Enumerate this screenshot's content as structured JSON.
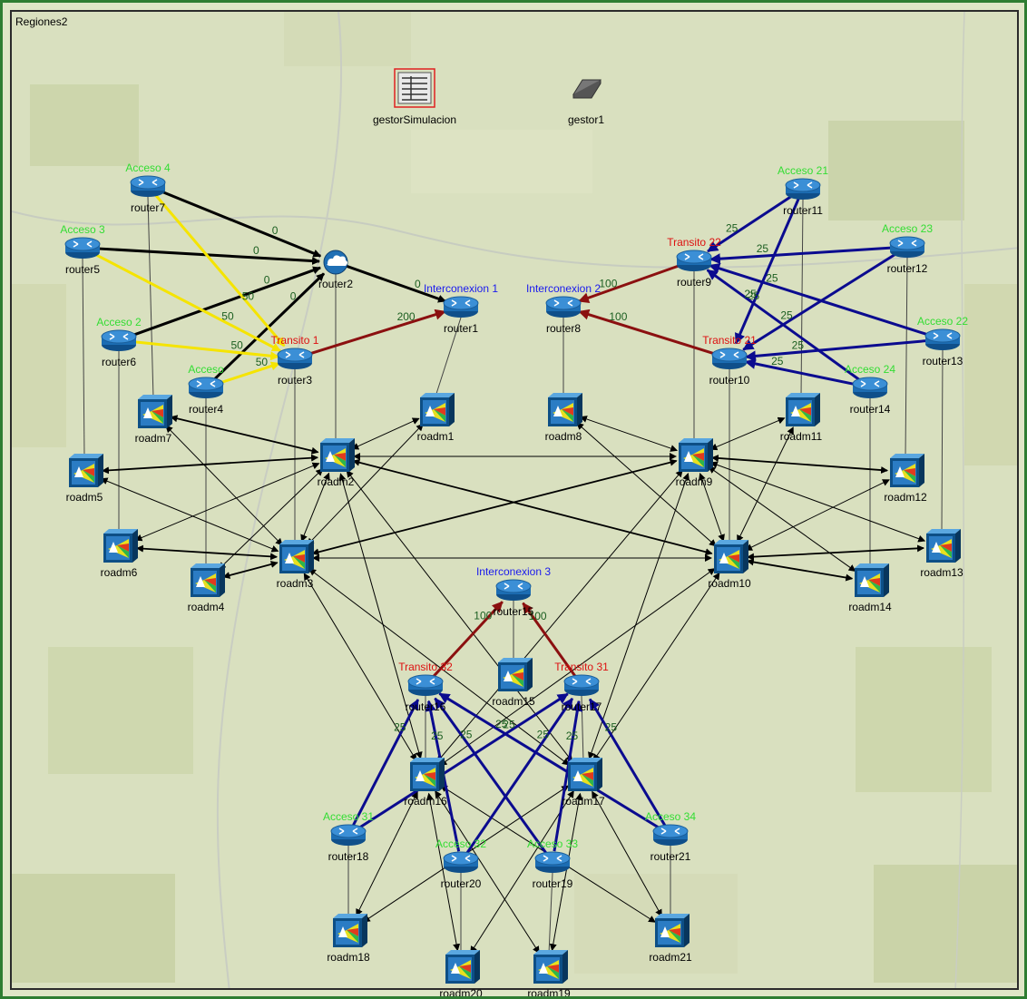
{
  "title": "Regiones2",
  "colors": {
    "acceso": "#33dd33",
    "transito": "#dd1111",
    "interconexion": "#1a1aee",
    "black": "#000000",
    "yellow": "#f5e400",
    "red": "#8b1010",
    "blue": "#0b0b8f"
  },
  "tools": [
    {
      "id": "gestorSimulacion",
      "label": "gestorSimulacion",
      "icon": "table-icon"
    },
    {
      "id": "gestor1",
      "label": "gestor1",
      "icon": "chip-icon"
    }
  ],
  "routers": [
    {
      "id": "router7",
      "label": "router7",
      "caption": "Acceso 4",
      "ctype": "acceso"
    },
    {
      "id": "router5",
      "label": "router5",
      "caption": "Acceso 3",
      "ctype": "acceso"
    },
    {
      "id": "router6",
      "label": "router6",
      "caption": "Acceso 2",
      "ctype": "acceso"
    },
    {
      "id": "router4",
      "label": "router4",
      "caption": "Acceso",
      "ctype": "acceso"
    },
    {
      "id": "router2",
      "label": "router2",
      "caption": "",
      "ctype": "",
      "cloud": true
    },
    {
      "id": "router3",
      "label": "router3",
      "caption": "Transito 1",
      "ctype": "transito"
    },
    {
      "id": "router1",
      "label": "router1",
      "caption": "Interconexion 1",
      "ctype": "interconexion"
    },
    {
      "id": "router8",
      "label": "router8",
      "caption": "Interconexion 2",
      "ctype": "interconexion"
    },
    {
      "id": "router9",
      "label": "router9",
      "caption": "Transito 22",
      "ctype": "transito"
    },
    {
      "id": "router10",
      "label": "router10",
      "caption": "Transito 21",
      "ctype": "transito"
    },
    {
      "id": "router11",
      "label": "router11",
      "caption": "Acceso 21",
      "ctype": "acceso"
    },
    {
      "id": "router12",
      "label": "router12",
      "caption": "Acceso 23",
      "ctype": "acceso"
    },
    {
      "id": "router13",
      "label": "router13",
      "caption": "Acceso 22",
      "ctype": "acceso"
    },
    {
      "id": "router14",
      "label": "router14",
      "caption": "Acceso 24",
      "ctype": "acceso"
    },
    {
      "id": "router15",
      "label": "router15",
      "caption": "Interconexion 3",
      "ctype": "interconexion"
    },
    {
      "id": "router16",
      "label": "router16",
      "caption": "Transito 32",
      "ctype": "transito"
    },
    {
      "id": "router17",
      "label": "router17",
      "caption": "Transito 31",
      "ctype": "transito"
    },
    {
      "id": "router18",
      "label": "router18",
      "caption": "Acceso 31",
      "ctype": "acceso"
    },
    {
      "id": "router20",
      "label": "router20",
      "caption": "Acceso 32",
      "ctype": "acceso"
    },
    {
      "id": "router19",
      "label": "router19",
      "caption": "Acceso 33",
      "ctype": "acceso"
    },
    {
      "id": "router21",
      "label": "router21",
      "caption": "Acceso 34",
      "ctype": "acceso"
    }
  ],
  "roadms": [
    {
      "id": "roadm7",
      "label": "roadm7"
    },
    {
      "id": "roadm1",
      "label": "roadm1"
    },
    {
      "id": "roadm8",
      "label": "roadm8"
    },
    {
      "id": "roadm11",
      "label": "roadm11"
    },
    {
      "id": "roadm2",
      "label": "roadm2"
    },
    {
      "id": "roadm9",
      "label": "roadm9"
    },
    {
      "id": "roadm5",
      "label": "roadm5"
    },
    {
      "id": "roadm12",
      "label": "roadm12"
    },
    {
      "id": "roadm6",
      "label": "roadm6"
    },
    {
      "id": "roadm3",
      "label": "roadm3"
    },
    {
      "id": "roadm10",
      "label": "roadm10"
    },
    {
      "id": "roadm13",
      "label": "roadm13"
    },
    {
      "id": "roadm4",
      "label": "roadm4"
    },
    {
      "id": "roadm14",
      "label": "roadm14"
    },
    {
      "id": "roadm15",
      "label": "roadm15"
    },
    {
      "id": "roadm16",
      "label": "roadm16"
    },
    {
      "id": "roadm17",
      "label": "roadm17"
    },
    {
      "id": "roadm18",
      "label": "roadm18"
    },
    {
      "id": "roadm21",
      "label": "roadm21"
    },
    {
      "id": "roadm20",
      "label": "roadm20"
    },
    {
      "id": "roadm19",
      "label": "roadm19"
    }
  ],
  "links": [
    {
      "from": "router7",
      "to": "router2",
      "color": "black",
      "weight": "0"
    },
    {
      "from": "router5",
      "to": "router2",
      "color": "black",
      "weight": "0"
    },
    {
      "from": "router6",
      "to": "router2",
      "color": "black",
      "weight": "0"
    },
    {
      "from": "router4",
      "to": "router2",
      "color": "black",
      "weight": "0"
    },
    {
      "from": "router2",
      "to": "router1",
      "color": "black",
      "weight": "0"
    },
    {
      "from": "router7",
      "to": "router3",
      "color": "yellow",
      "weight": "50"
    },
    {
      "from": "router5",
      "to": "router3",
      "color": "yellow",
      "weight": "50"
    },
    {
      "from": "router6",
      "to": "router3",
      "color": "yellow",
      "weight": "50"
    },
    {
      "from": "router4",
      "to": "router3",
      "color": "yellow",
      "weight": "50"
    },
    {
      "from": "router3",
      "to": "router1",
      "color": "red",
      "weight": "200"
    },
    {
      "from": "router9",
      "to": "router8",
      "color": "red",
      "weight": "100"
    },
    {
      "from": "router10",
      "to": "router8",
      "color": "red",
      "weight": "100"
    },
    {
      "from": "router11",
      "to": "router9",
      "color": "blue",
      "weight": "25"
    },
    {
      "from": "router11",
      "to": "router10",
      "color": "blue",
      "weight": "25"
    },
    {
      "from": "router12",
      "to": "router9",
      "color": "blue",
      "weight": "25"
    },
    {
      "from": "router12",
      "to": "router10",
      "color": "blue",
      "weight": "25"
    },
    {
      "from": "router13",
      "to": "router9",
      "color": "blue",
      "weight": "25"
    },
    {
      "from": "router13",
      "to": "router10",
      "color": "blue",
      "weight": "25"
    },
    {
      "from": "router14",
      "to": "router9",
      "color": "blue",
      "weight": "25"
    },
    {
      "from": "router14",
      "to": "router10",
      "color": "blue",
      "weight": "25"
    },
    {
      "from": "router16",
      "to": "router15",
      "color": "red",
      "weight": "100"
    },
    {
      "from": "router17",
      "to": "router15",
      "color": "red",
      "weight": "100"
    },
    {
      "from": "router18",
      "to": "router16",
      "color": "blue",
      "weight": "25"
    },
    {
      "from": "router18",
      "to": "router17",
      "color": "blue",
      "weight": "25"
    },
    {
      "from": "router20",
      "to": "router16",
      "color": "blue",
      "weight": "25"
    },
    {
      "from": "router20",
      "to": "router17",
      "color": "blue",
      "weight": "25"
    },
    {
      "from": "router19",
      "to": "router16",
      "color": "blue",
      "weight": "25"
    },
    {
      "from": "router19",
      "to": "router17",
      "color": "blue",
      "weight": "25"
    },
    {
      "from": "router21",
      "to": "router16",
      "color": "blue",
      "weight": "25"
    },
    {
      "from": "router21",
      "to": "router17",
      "color": "blue",
      "weight": "25"
    }
  ],
  "vlinks": [
    [
      "router7",
      "roadm7"
    ],
    [
      "router5",
      "roadm5"
    ],
    [
      "router6",
      "roadm6"
    ],
    [
      "router4",
      "roadm4"
    ],
    [
      "router2",
      "roadm2"
    ],
    [
      "router3",
      "roadm3"
    ],
    [
      "router1",
      "roadm1"
    ],
    [
      "router8",
      "roadm8"
    ],
    [
      "router9",
      "roadm9"
    ],
    [
      "router10",
      "roadm10"
    ],
    [
      "router11",
      "roadm11"
    ],
    [
      "router12",
      "roadm12"
    ],
    [
      "router13",
      "roadm13"
    ],
    [
      "router14",
      "roadm14"
    ],
    [
      "router15",
      "roadm15"
    ],
    [
      "router16",
      "roadm16"
    ],
    [
      "router17",
      "roadm17"
    ],
    [
      "router18",
      "roadm18"
    ],
    [
      "router20",
      "roadm20"
    ],
    [
      "router19",
      "roadm19"
    ],
    [
      "router21",
      "roadm21"
    ]
  ],
  "olinks": [
    [
      "roadm2",
      "roadm7",
      2
    ],
    [
      "roadm2",
      "roadm5",
      2
    ],
    [
      "roadm2",
      "roadm6",
      1
    ],
    [
      "roadm2",
      "roadm3",
      1
    ],
    [
      "roadm2",
      "roadm4",
      1
    ],
    [
      "roadm2",
      "roadm1",
      1
    ],
    [
      "roadm2",
      "roadm9",
      1
    ],
    [
      "roadm2",
      "roadm10",
      2
    ],
    [
      "roadm2",
      "roadm16",
      1
    ],
    [
      "roadm2",
      "roadm17",
      1
    ],
    [
      "roadm3",
      "roadm5",
      1
    ],
    [
      "roadm3",
      "roadm6",
      2
    ],
    [
      "roadm3",
      "roadm4",
      2
    ],
    [
      "roadm3",
      "roadm7",
      1
    ],
    [
      "roadm3",
      "roadm1",
      1
    ],
    [
      "roadm3",
      "roadm9",
      2
    ],
    [
      "roadm3",
      "roadm10",
      1
    ],
    [
      "roadm3",
      "roadm16",
      1
    ],
    [
      "roadm3",
      "roadm17",
      1
    ],
    [
      "roadm9",
      "roadm8",
      1
    ],
    [
      "roadm9",
      "roadm11",
      1
    ],
    [
      "roadm9",
      "roadm12",
      2
    ],
    [
      "roadm9",
      "roadm13",
      1
    ],
    [
      "roadm9",
      "roadm14",
      1
    ],
    [
      "roadm9",
      "roadm10",
      1
    ],
    [
      "roadm9",
      "roadm16",
      1
    ],
    [
      "roadm9",
      "roadm17",
      1
    ],
    [
      "roadm10",
      "roadm8",
      1
    ],
    [
      "roadm10",
      "roadm11",
      1
    ],
    [
      "roadm10",
      "roadm12",
      1
    ],
    [
      "roadm10",
      "roadm13",
      2
    ],
    [
      "roadm10",
      "roadm14",
      2
    ],
    [
      "roadm10",
      "roadm16",
      1
    ],
    [
      "roadm10",
      "roadm17",
      1
    ],
    [
      "roadm16",
      "roadm18",
      1
    ],
    [
      "roadm16",
      "roadm20",
      1
    ],
    [
      "roadm16",
      "roadm19",
      1
    ],
    [
      "roadm16",
      "roadm21",
      1
    ],
    [
      "roadm17",
      "roadm18",
      1
    ],
    [
      "roadm17",
      "roadm20",
      1
    ],
    [
      "roadm17",
      "roadm19",
      1
    ],
    [
      "roadm17",
      "roadm21",
      1
    ]
  ]
}
